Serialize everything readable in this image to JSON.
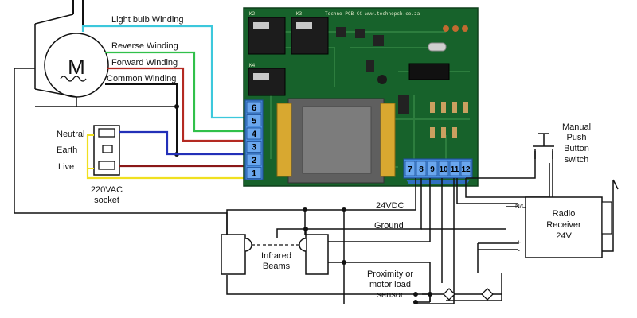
{
  "motor": {
    "symbol": "M"
  },
  "wires": {
    "light_bulb": "Light bulb Winding",
    "reverse": "Reverse Winding",
    "forward": "Forward Winding",
    "common": "Common Winding"
  },
  "socket": {
    "neutral": "Neutral",
    "earth": "Earth",
    "live": "Live",
    "caption_line1": "220VAC",
    "caption_line2": "socket"
  },
  "pcb": {
    "brand_text": "Techno PCB CC  www.technopcb.co.za",
    "relay_k2": "K2",
    "relay_k3": "K3",
    "relay_k4": "K4",
    "left_terminals": [
      "6",
      "5",
      "4",
      "3",
      "2",
      "1"
    ],
    "bottom_terminals": [
      "7",
      "8",
      "9",
      "10",
      "11",
      "12"
    ]
  },
  "power": {
    "vdc": "24VDC",
    "ground": "Ground"
  },
  "beams": {
    "line1": "Infrared",
    "line2": "Beams"
  },
  "sensor": {
    "line1": "Proximity or",
    "line2": "motor load",
    "line3": "sensor"
  },
  "switch": {
    "line1": "Manual",
    "line2": "Push",
    "line3": "Button",
    "line4": "switch"
  },
  "receiver": {
    "line1": "Radio",
    "line2": "Receiver",
    "line3": "24V",
    "no": "N/O",
    "plus": "+",
    "minus": "-"
  }
}
